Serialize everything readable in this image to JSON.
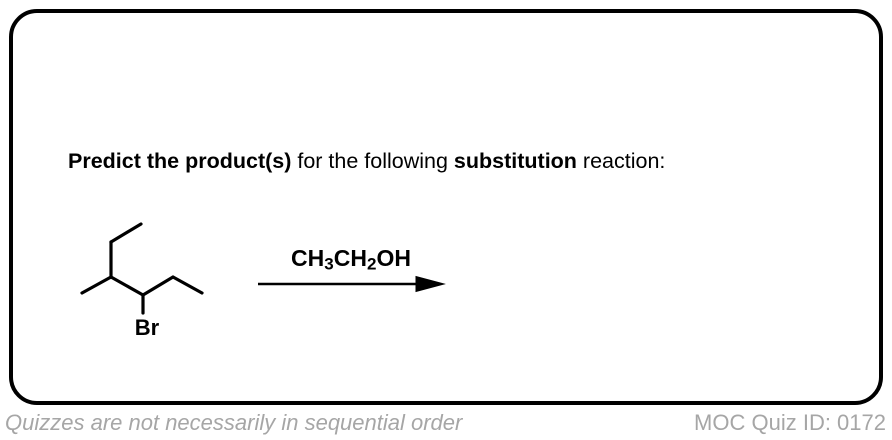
{
  "card": {
    "background_color": "#ffffff",
    "border_color": "#000000"
  },
  "question": {
    "bold_lead": "Predict the product(s)",
    "mid": " for the following ",
    "bold_keyword": "substitution",
    "tail": " reaction:"
  },
  "reaction": {
    "substrate": {
      "halide_label": "Br"
    },
    "reagent": {
      "seg1": "CH",
      "sub1": "3",
      "seg2": "CH",
      "sub2": "2",
      "seg3": "OH"
    }
  },
  "footer": {
    "note": "Quizzes are not necessarily in sequential order",
    "quiz_id": "MOC Quiz ID: 0172",
    "text_color": "#a6a6a6"
  }
}
